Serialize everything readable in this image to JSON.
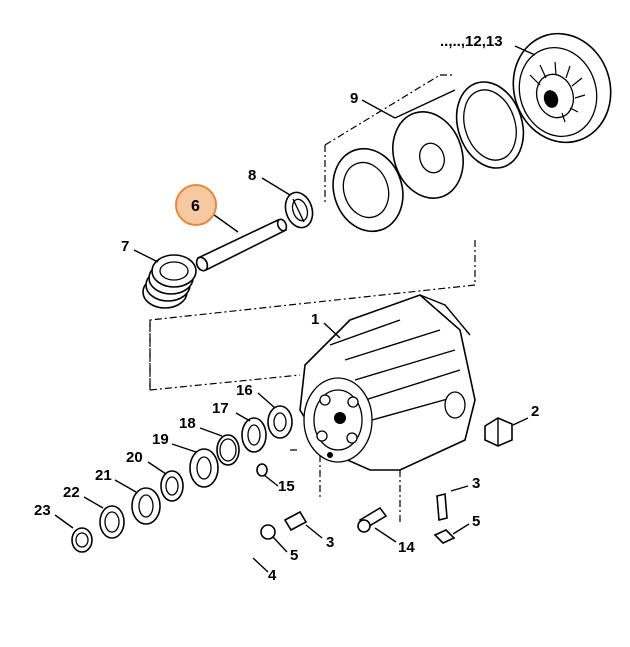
{
  "callouts": {
    "c1": "1",
    "c2": "2",
    "c3a": "3",
    "c3b": "3",
    "c4": "4",
    "c5a": "5",
    "c5b": "5",
    "c6": "6",
    "c7": "7",
    "c8": "8",
    "c9": "9",
    "c12_13": "..,..,12,13",
    "c14": "14",
    "c15": "15",
    "c16": "16",
    "c17": "17",
    "c18": "18",
    "c19": "19",
    "c20": "20",
    "c21": "21",
    "c22": "22",
    "c23": "23"
  },
  "highlight": {
    "part": "6",
    "fill": "#f6c9a0",
    "stroke": "#e58a3c"
  }
}
